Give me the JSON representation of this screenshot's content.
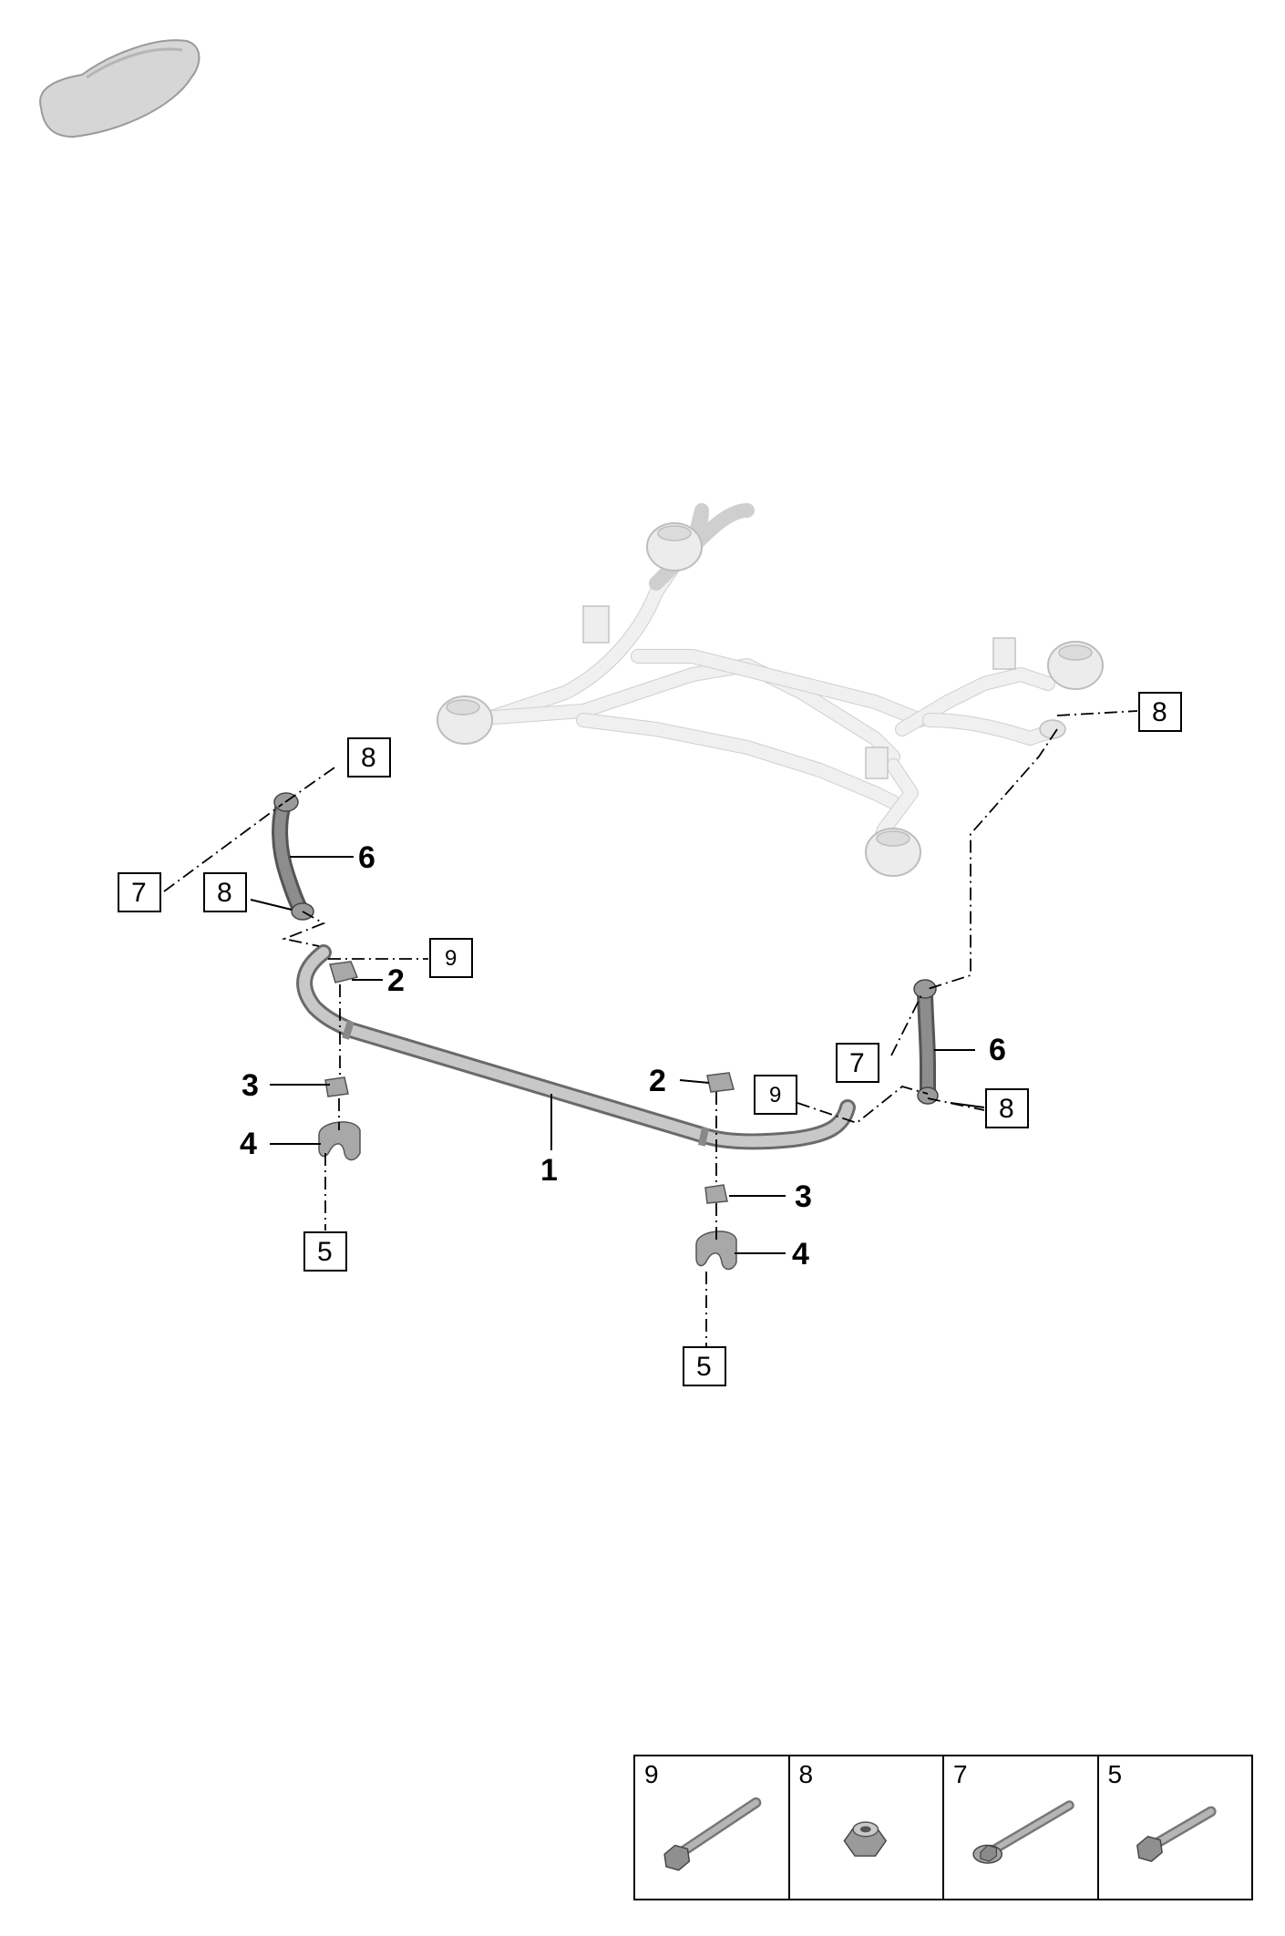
{
  "callouts": {
    "c1": "1",
    "c2a": "2",
    "c2b": "2",
    "c3a": "3",
    "c3b": "3",
    "c4a": "4",
    "c4b": "4",
    "c6a": "6",
    "c6b": "6"
  },
  "boxed_refs": {
    "b5a": "5",
    "b5b": "5",
    "b7a": "7",
    "b7b": "7",
    "b8a": "8",
    "b8b": "8",
    "b8c": "8",
    "b8d": "8",
    "b9a": "9",
    "b9b": "9"
  },
  "legend": [
    {
      "label": "9",
      "icon": "long-hex-bolt-icon"
    },
    {
      "label": "8",
      "icon": "hex-nut-icon"
    },
    {
      "label": "7",
      "icon": "flange-bolt-icon"
    },
    {
      "label": "5",
      "icon": "short-hex-bolt-icon"
    }
  ],
  "colors": {
    "line": "#000000",
    "part": "#a8a8a8",
    "frame": "#f0f0f0"
  }
}
